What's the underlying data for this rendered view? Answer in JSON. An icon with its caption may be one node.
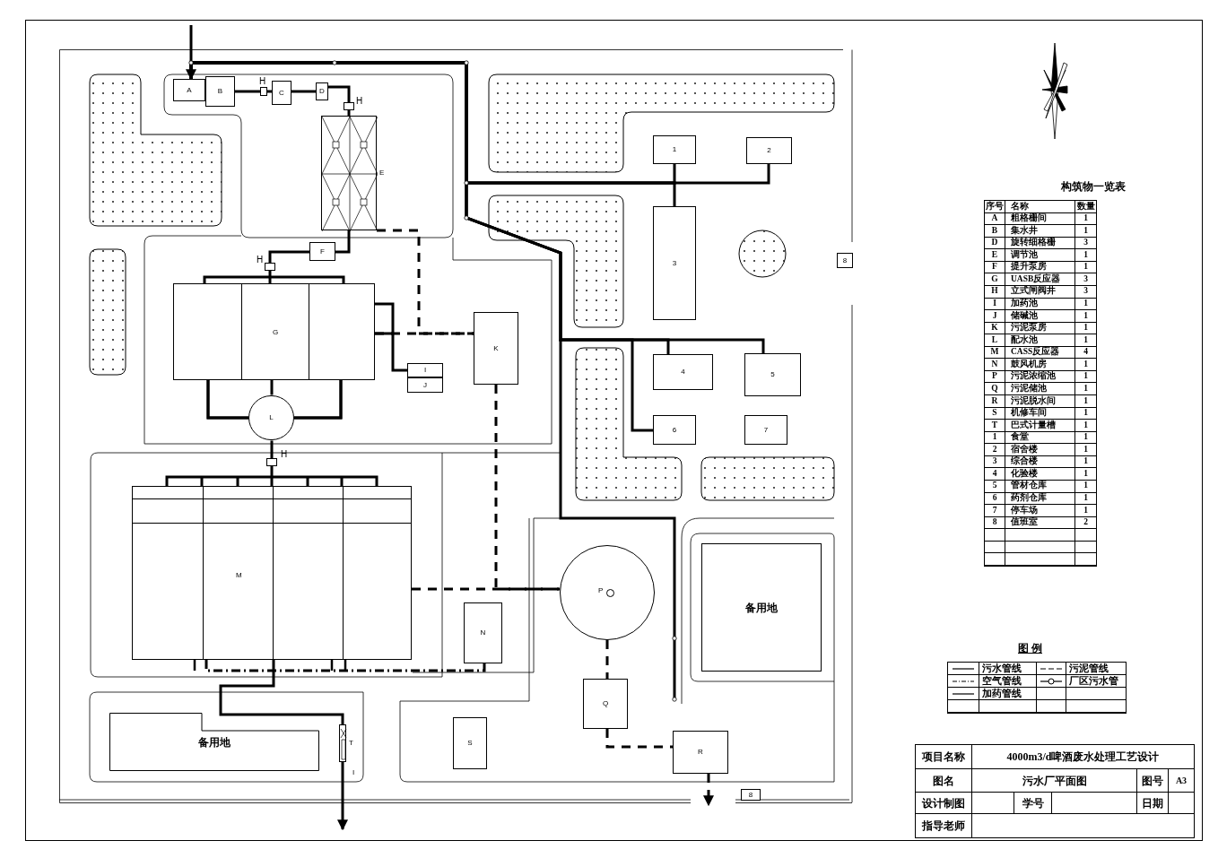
{
  "diagram": {
    "nodes": [
      {
        "text": [
          "A"
        ]
      },
      {
        "text": [
          "B"
        ]
      },
      {
        "text": [],
        "shape": "box",
        "beside": [
          "H"
        ]
      },
      {
        "text": [
          "C"
        ]
      },
      {
        "text": [
          "D"
        ]
      },
      {
        "text": [],
        "shape": "box",
        "beside": [
          "H"
        ]
      },
      {
        "text": [
          "E"
        ]
      },
      {
        "text": [
          "F"
        ]
      },
      {
        "text": [],
        "shape": "box",
        "beside": [
          "H"
        ]
      },
      {
        "text": [
          "G"
        ]
      },
      {
        "text": [
          "I"
        ]
      },
      {
        "text": [
          "J"
        ]
      },
      {
        "text": [
          "K"
        ]
      },
      {
        "text": [
          "L"
        ]
      },
      {
        "text": [],
        "shape": "box",
        "beside": [
          "H"
        ]
      },
      {
        "text": [
          "M"
        ]
      },
      {
        "text": [
          "N"
        ]
      },
      {
        "text": [
          "P"
        ]
      },
      {
        "text": [
          "Q"
        ]
      },
      {
        "text": [
          "R"
        ]
      },
      {
        "text": [
          "T"
        ]
      },
      {
        "text": [
          "S"
        ]
      },
      {
        "text": [
          "1"
        ]
      },
      {
        "text": [
          "2"
        ]
      },
      {
        "text": [
          "3"
        ]
      },
      {
        "text": [
          "4"
        ]
      },
      {
        "text": [
          "5"
        ]
      },
      {
        "text": [
          "6"
        ]
      },
      {
        "text": [
          "7"
        ]
      },
      {
        "text": [
          "8"
        ]
      },
      {
        "text": [
          "8"
        ]
      },
      {
        "text": [
          "备用地"
        ]
      },
      {
        "text": [
          "备用地"
        ]
      }
    ],
    "edges": [
      {
        "from": null,
        "to": 0,
        "arrow": "to"
      },
      {
        "from": 1,
        "to": 2,
        "arrow": "none"
      },
      {
        "from": 2,
        "to": 3,
        "arrow": "none"
      },
      {
        "from": 3,
        "to": 4,
        "arrow": "none"
      },
      {
        "from": 4,
        "to": 5,
        "arrow": "none"
      },
      {
        "from": 5,
        "to": 6,
        "arrow": "none"
      },
      {
        "from": 6,
        "to": 7,
        "arrow": "none"
      },
      {
        "from": 7,
        "to": 8,
        "arrow": "none"
      },
      {
        "from": 8,
        "to": 9,
        "arrow": "none"
      },
      {
        "from": 9,
        "to": 13,
        "arrow": "none"
      },
      {
        "from": 9,
        "to": 13,
        "arrow": "none"
      },
      {
        "from": 9,
        "to": 13,
        "arrow": "none"
      },
      {
        "from": 13,
        "to": 14,
        "arrow": "none"
      },
      {
        "from": 14,
        "to": 15,
        "arrow": "none"
      },
      {
        "from": 15,
        "to": 20,
        "arrow": "none"
      },
      {
        "from": 20,
        "to": null,
        "arrow": "to"
      },
      {
        "from": 6,
        "to": 12,
        "arrow": "none",
        "style": "dashed"
      },
      {
        "from": 9,
        "to": 12,
        "arrow": "none",
        "style": "dashed"
      },
      {
        "from": 9,
        "to": 10,
        "arrow": "none"
      },
      {
        "from": 12,
        "to": 17,
        "arrow": "none",
        "style": "dashed"
      },
      {
        "from": 15,
        "to": 17,
        "arrow": "none",
        "style": "dashed"
      },
      {
        "from": 17,
        "to": 18,
        "arrow": "none",
        "style": "dashed"
      },
      {
        "from": 18,
        "to": 19,
        "arrow": "none",
        "style": "dashed"
      },
      {
        "from": 19,
        "to": null,
        "arrow": "to",
        "style": "dashed"
      },
      {
        "from": 16,
        "to": 15,
        "arrow": "none",
        "style": "dashed"
      },
      {
        "from": 22,
        "to": 0,
        "arrow": "none"
      },
      {
        "from": 23,
        "to": 0,
        "arrow": "none"
      },
      {
        "from": 24,
        "to": 0,
        "arrow": "none"
      },
      {
        "from": 25,
        "to": 0,
        "arrow": "none"
      },
      {
        "from": 26,
        "to": 0,
        "arrow": "none"
      },
      {
        "from": 27,
        "to": 0,
        "arrow": "none"
      }
    ],
    "labels": [
      "构筑物一览表",
      "序号",
      "名称",
      "数量",
      "A",
      "粗格栅间",
      "1",
      "B",
      "集水井",
      "1",
      "D",
      "旋转细格栅",
      "3",
      "E",
      "调节池",
      "1",
      "F",
      "提升泵房",
      "1",
      "G",
      "UASB反应器",
      "3",
      "H",
      "立式闸阀井",
      "3",
      "I",
      "加药池",
      "1",
      "J",
      "储碱池",
      "1",
      "K",
      "污泥泵房",
      "1",
      "L",
      "配水池",
      "1",
      "M",
      "CASS反应器",
      "4",
      "N",
      "鼓风机房",
      "1",
      "P",
      "污泥浓缩池",
      "1",
      "Q",
      "污泥储池",
      "1",
      "R",
      "污泥脱水间",
      "1",
      "S",
      "机修车间",
      "1",
      "T",
      "巴式计量槽",
      "1",
      "1",
      "食堂",
      "1",
      "2",
      "宿舍楼",
      "1",
      "3",
      "综合楼",
      "1",
      "4",
      "化验楼",
      "1",
      "5",
      "管材仓库",
      "1",
      "6",
      "药剂仓库",
      "1",
      "7",
      "停车场",
      "1",
      "8",
      "值班室",
      "2",
      "图 例",
      "项目名称",
      "4000m3/d啤酒废水处理工艺设计",
      "图名",
      "污水厂平面图",
      "图号",
      "A3",
      "设计制图",
      "学号",
      "日期",
      "指导老师",
      "I"
    ],
    "legend": [
      {
        "text": "污水管线"
      },
      {
        "text": "污泥管线"
      },
      {
        "text": "空气管线"
      },
      {
        "text": "厂区污水管"
      },
      {
        "text": "加药管线"
      }
    ]
  }
}
